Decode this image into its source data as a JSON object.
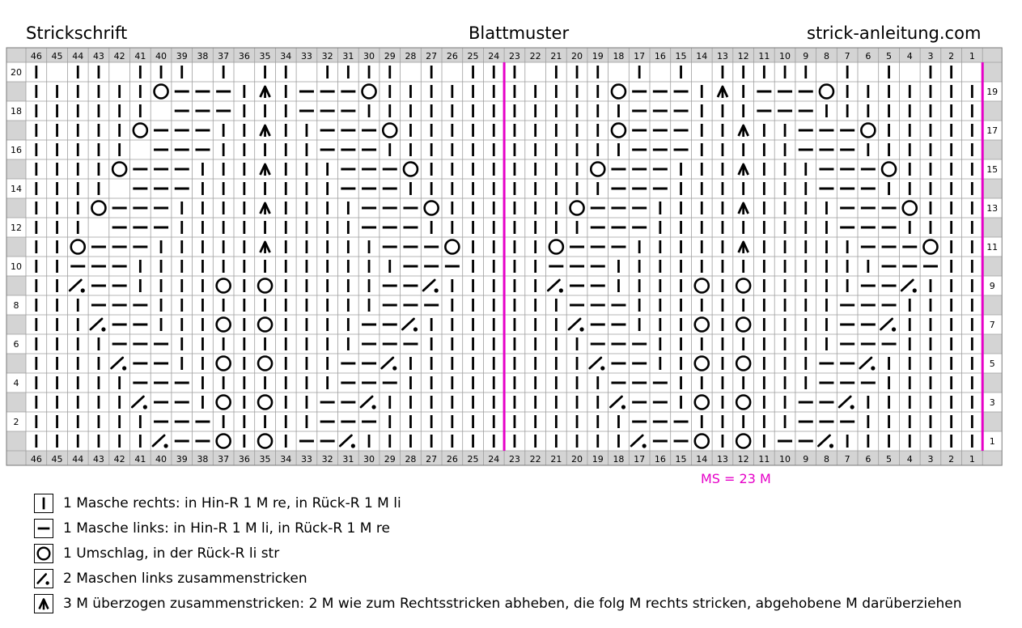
{
  "header": {
    "left": "Strickschrift",
    "center": "Blattmuster",
    "right": "strick-anleitung.com"
  },
  "chart": {
    "col_numbers": [
      46,
      45,
      44,
      43,
      42,
      41,
      40,
      39,
      38,
      37,
      36,
      35,
      34,
      33,
      32,
      31,
      30,
      29,
      28,
      27,
      26,
      25,
      24,
      23,
      22,
      21,
      20,
      19,
      18,
      17,
      16,
      15,
      14,
      13,
      12,
      11,
      10,
      9,
      8,
      7,
      6,
      5,
      4,
      3,
      2,
      1
    ],
    "left_row_numbers": [
      "20",
      "18",
      "16",
      "14",
      "12",
      "10",
      "8",
      "6",
      "4",
      "2"
    ],
    "right_row_numbers": [
      "19",
      "17",
      "15",
      "13",
      "11",
      "9",
      "7",
      "5",
      "3",
      "1"
    ],
    "repeat_color": "#e600c8",
    "rows": [
      "K.KK.KKK.K.KK.KKKK.K.KKK.KKK.K.K.KKKKK.K.K.KK.",
      "KKKKKKOPPPKAKPPPOKKKKKKKKKKKOPPPKAKPPPOKKKKKKK",
      "KKKKKK.PPPKKKPPPKKKKKKKKKKKKKPPPKKKPPPKKKKKKKK",
      "KKKKKOPPPKKAKKPPPOKKKKKKKKKKOPPPKKAKKPPPOKKKKK",
      "KKKKK.PPPKKKKKPPPKKKKKKKKKKKKPPPKKKKKPPPKKKKKK",
      "KKKKOPPPKKKAKKKPPPOKKKKKKKKOPPPKKKAKKKPPPOKKKK",
      "KKKK.PPPKKKKKKKPPPKKKKKKKKKKPPPKKKKKKKPPPKKKKK",
      "KKKOPPPKKKKAKKKKPPPOKKKKKKOPPPKKKKAKKKKPPPOKKK",
      "KKK.PPPKKKKKKKKKPPPKKKKKKKKPPPKKKKKKKKKPPPKKKK",
      "KKOPPPKKKKKAKKKKKPPPOKKKKOPPPKKKKKAKKKKKPPPOKK",
      "KKPPPKKKKKKKKKKKKKPPPKKKKPPPKKKKKKKKKKKKKPPPKK",
      "KKSPPKKKKOKOKKKKKPPSKKKKKSPPKKKKOKOKKKKKPPSKKK",
      "KKKPPPKKKKKKKKKKKPPPKKKKKKPPPKKKKKKKKKKPPPKKKK",
      "KKKSPPKKKOKOKKKKPPSKKKKKKKSPPKKKOKOKKKKPPSKKKK",
      "KKKKPPPKKKKKKKKKPPPKKKKKKKKPPPKKKKKKKKKPPPKKKK",
      "KKKKSPPKKOKOKKKPPSKKKKKKKKKSPPKKOKOKKKPPSKKKKK",
      "KKKKKPPPKKKKKKKPPPKKKKKKKKKKPPPKKKKKKKPPPKKKKK",
      "KKKKKSPPKOKOKKPPSKKKKKKKKKKKSPPKOKOKKPPSKKKKKK",
      "KKKKKKPPPKKKKKPPPKKKKKKKKKKKKPPPKKKKKPPPKKKKKK",
      "KKKKKKSPPOKOKPPSKKKKKKKKKKKKKSPPOKOKPPSKKKKKKK"
    ]
  },
  "repeat_label": "MS = 23 M",
  "legend": [
    {
      "symbol": "knit-icon",
      "text": "1 Masche rechts: in Hin-R 1 M re, in Rück-R 1 M li"
    },
    {
      "symbol": "purl-icon",
      "text": "1 Masche links: in Hin-R 1 M li, in Rück-R 1 M re"
    },
    {
      "symbol": "yarn-over-icon",
      "text": "1 Umschlag, in der Rück-R li str"
    },
    {
      "symbol": "p2tog-icon",
      "text": "2 Maschen links zusammenstricken"
    },
    {
      "symbol": "sk2p-icon",
      "text": "3 M überzogen zusammenstricken: 2 M wie zum Rechtsstricken abheben, die folg M rechts stricken, abgehobene M darüberziehen"
    }
  ]
}
